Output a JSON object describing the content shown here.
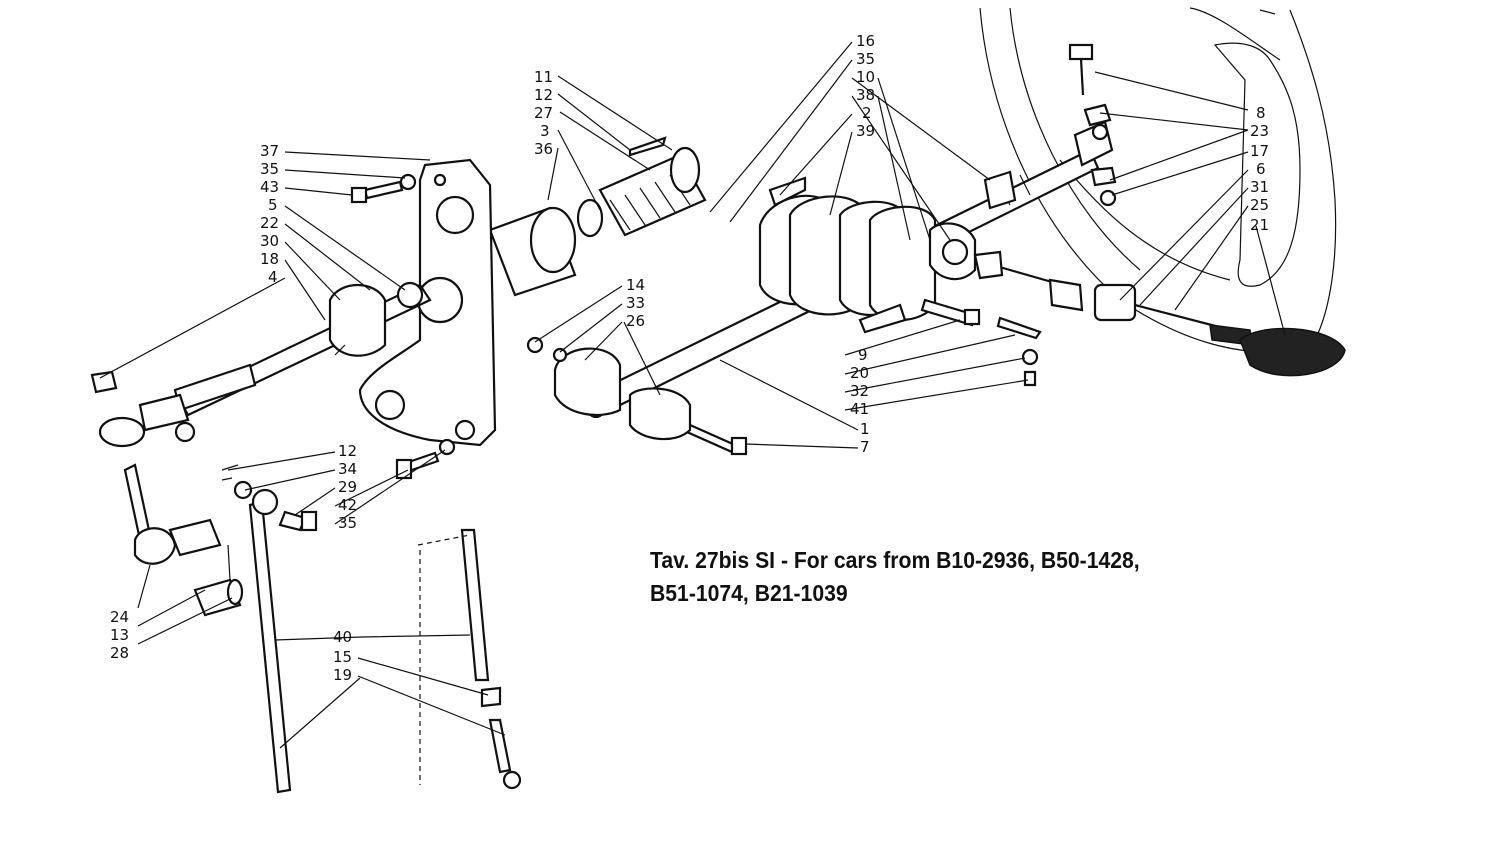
{
  "caption": {
    "line1": "Tav. 27bis SI - For cars from B10-2936, B50-1428,",
    "line2": "B51-1074, B21-1039"
  },
  "callouts": {
    "g1": [
      "11",
      "12",
      "27",
      "3",
      "36"
    ],
    "g2": [
      "16",
      "35",
      "10",
      "38",
      "2",
      "39"
    ],
    "g3": [
      "37",
      "35",
      "43",
      "5",
      "22",
      "30",
      "18",
      "4"
    ],
    "g4": [
      "14",
      "33",
      "26"
    ],
    "g5": [
      "8",
      "23",
      "17",
      "6",
      "31",
      "25",
      "21"
    ],
    "g6": [
      "9",
      "20",
      "32",
      "41",
      "1",
      "7"
    ],
    "g7": [
      "12",
      "34",
      "29",
      "42",
      "35"
    ],
    "g8": [
      "24",
      "13",
      "28"
    ],
    "g9": [
      "40",
      "15",
      "19"
    ]
  }
}
